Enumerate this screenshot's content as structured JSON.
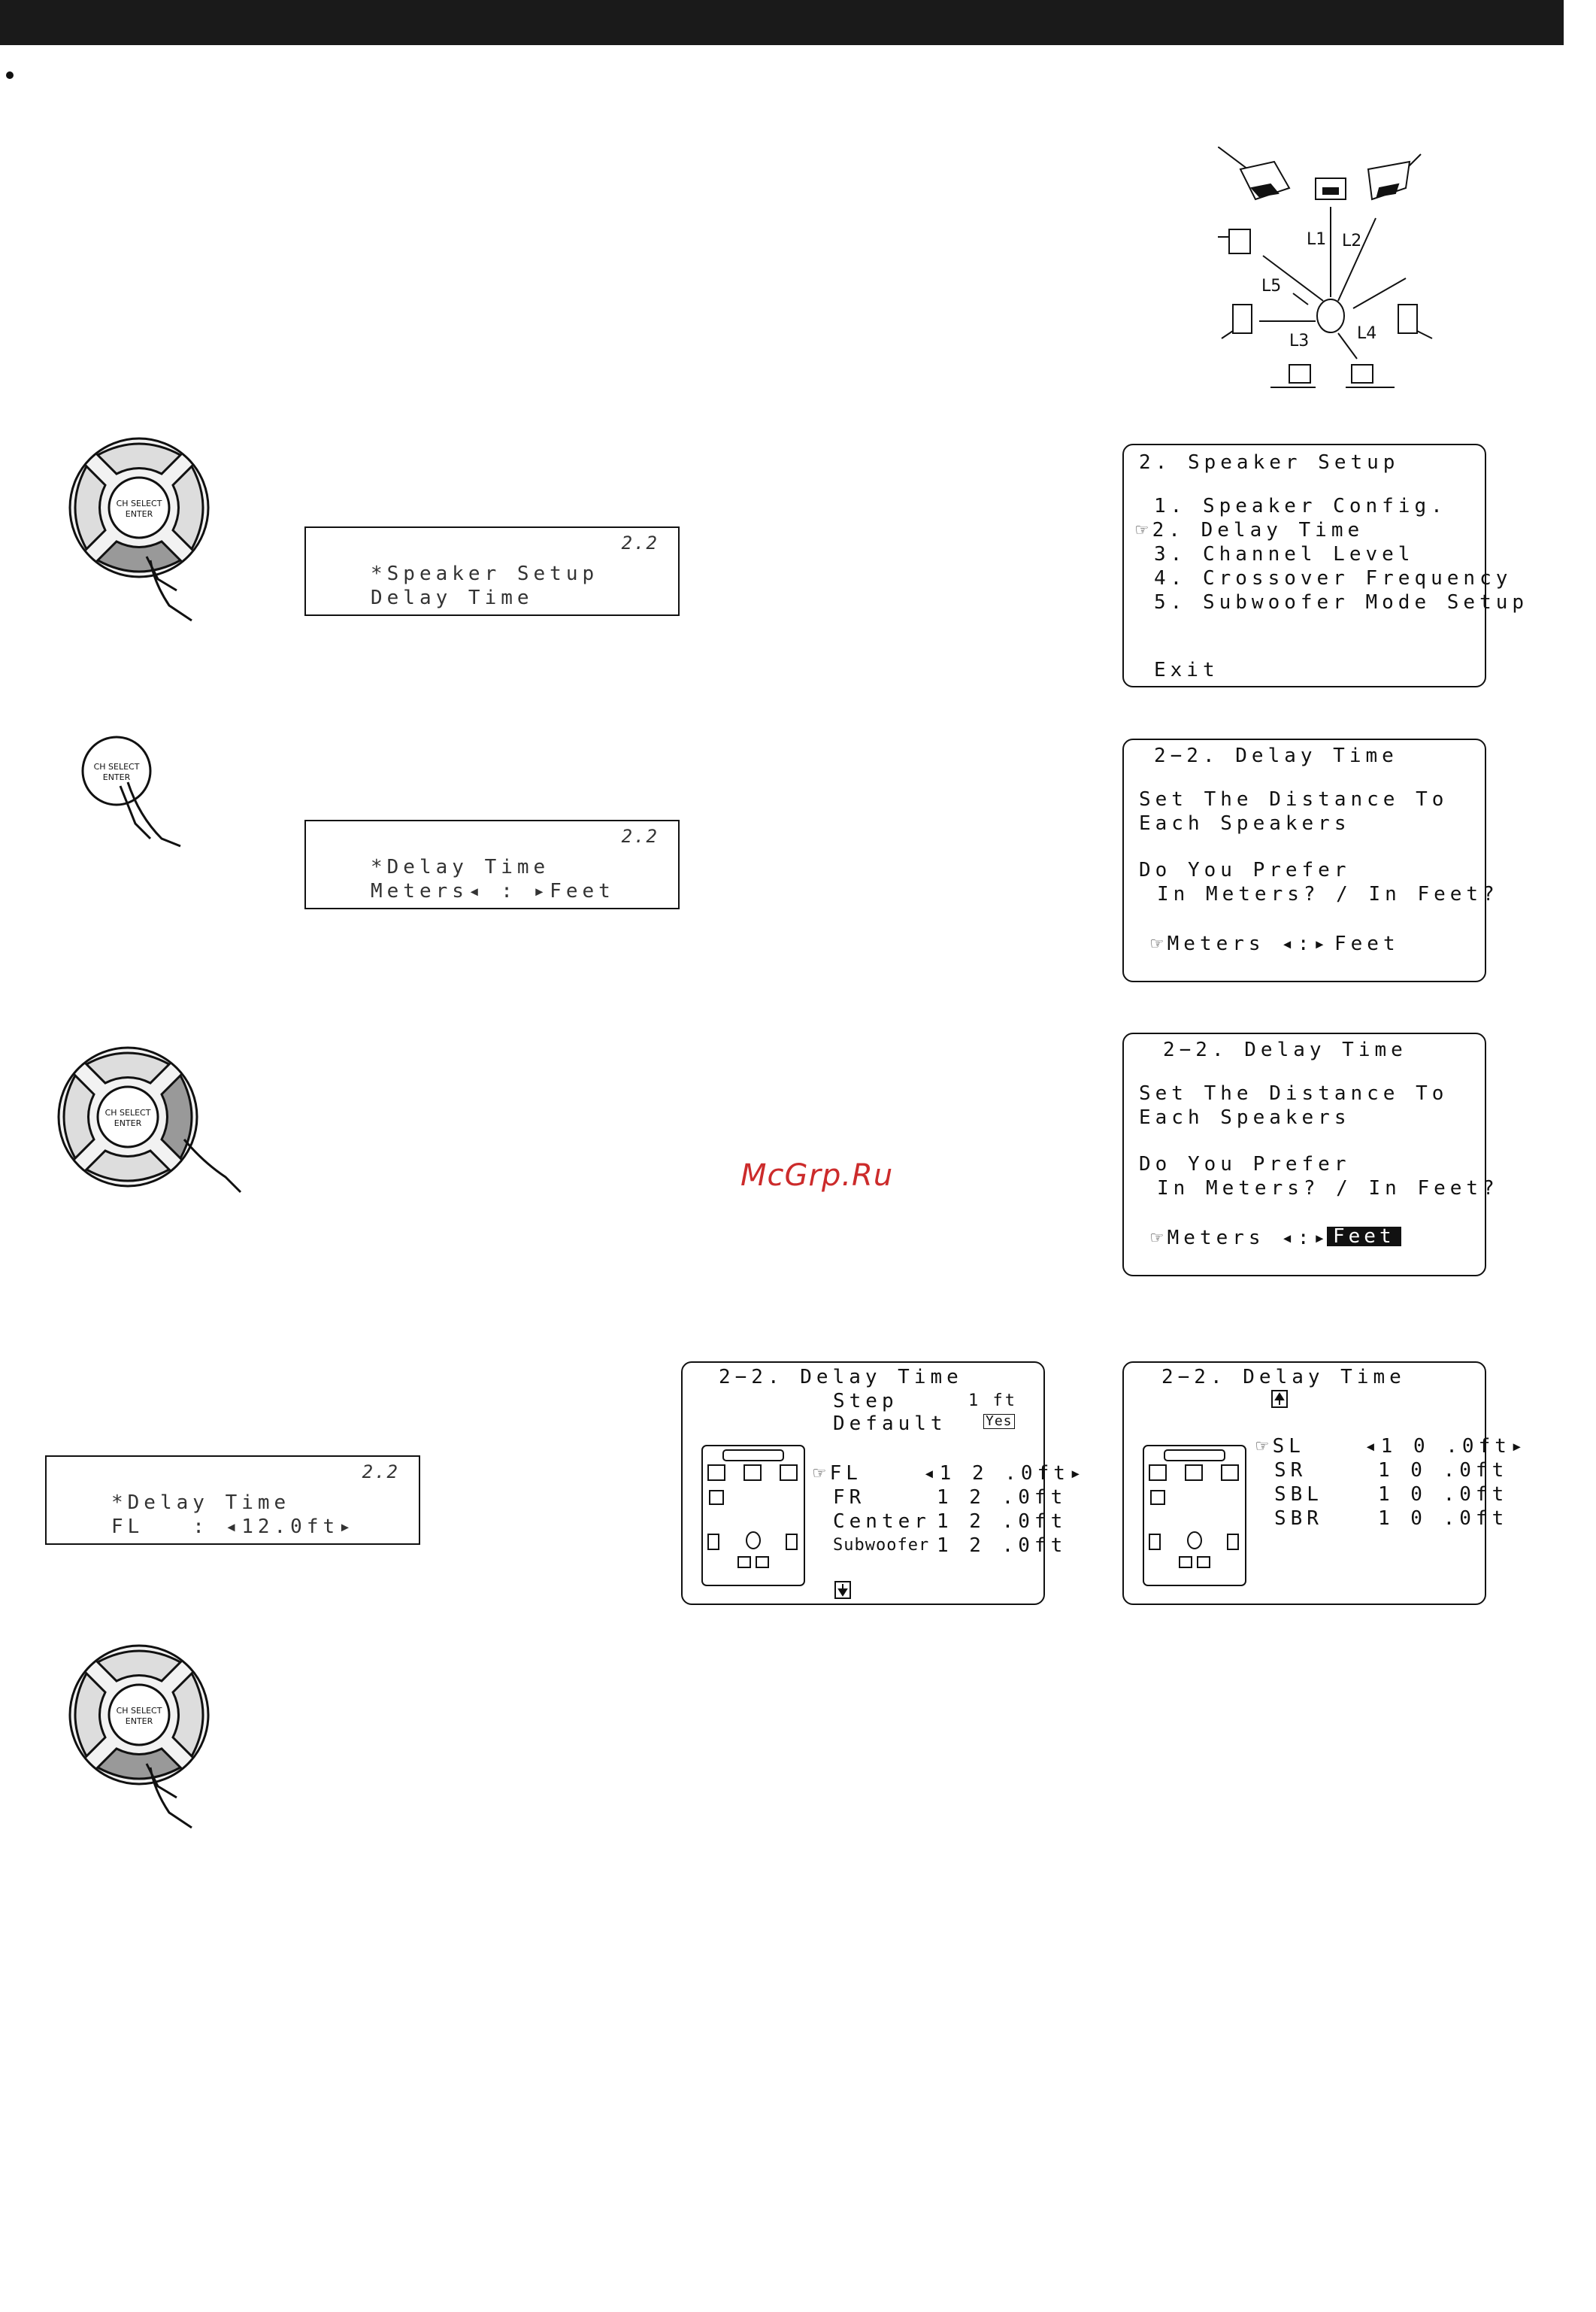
{
  "watermark": "McGrp.Ru",
  "diagram_labels": {
    "l1": "L1",
    "l2": "L2",
    "l3": "L3",
    "l4": "L4",
    "l5": "L5"
  },
  "remote_label": "CH SELECT\nENTER",
  "remote_label_top": "CH SELECT",
  "remote_label_bottom": "ENTER",
  "lcd1": {
    "num": "2.2",
    "line1": "*Speaker Setup",
    "line2": "Delay Time"
  },
  "lcd2": {
    "num": "2.2",
    "line1": "*Delay Time",
    "line2": "Meters◂ : ▸Feet"
  },
  "lcd3": {
    "num": "2.2",
    "line1": "*Delay Time",
    "line2": "FL   : ◂12.0ft▸"
  },
  "osd1": {
    "title": "2. Speaker Setup",
    "items": [
      "1. Speaker Config.",
      "☞2. Delay Time",
      "3. Channel Level",
      "4. Crossover Frequency",
      "5. Subwoofer Mode Setup"
    ],
    "exit": "Exit"
  },
  "osd2": {
    "title": "2−2. Delay Time",
    "l1": "Set The Distance To",
    "l2": "Each Speakers",
    "l3": "Do You Prefer",
    "l4": "In Meters? / In Feet?",
    "meters": "☞Meters ◂:▸",
    "feet": "Feet"
  },
  "osd3": {
    "title": "2−2. Delay Time",
    "l1": "Set The Distance To",
    "l2": "Each Speakers",
    "l3": "Do You Prefer",
    "l4": "In Meters? / In Feet?",
    "meters": "☞Meters ◂:▸",
    "feet": "Feet"
  },
  "osd4": {
    "title": "2−2. Delay Time",
    "step_label": "Step",
    "step_value": "1 ft",
    "default_label": "Default",
    "default_value": "Yes",
    "rows": [
      {
        "name": "☞FL",
        "value": "◂1 2 .0ft▸"
      },
      {
        "name": "FR",
        "value": "1 2 .0ft"
      },
      {
        "name": "Center",
        "value": "1 2 .0ft"
      },
      {
        "name": "Subwoofer",
        "value": "1 2 .0ft"
      }
    ]
  },
  "osd5": {
    "title": "2−2. Delay Time",
    "rows": [
      {
        "name": "☞SL",
        "value": "◂1 0 .0ft▸"
      },
      {
        "name": "SR",
        "value": "1 0 .0ft"
      },
      {
        "name": "SBL",
        "value": "1 0 .0ft"
      },
      {
        "name": "SBR",
        "value": "1 0 .0ft"
      }
    ]
  }
}
